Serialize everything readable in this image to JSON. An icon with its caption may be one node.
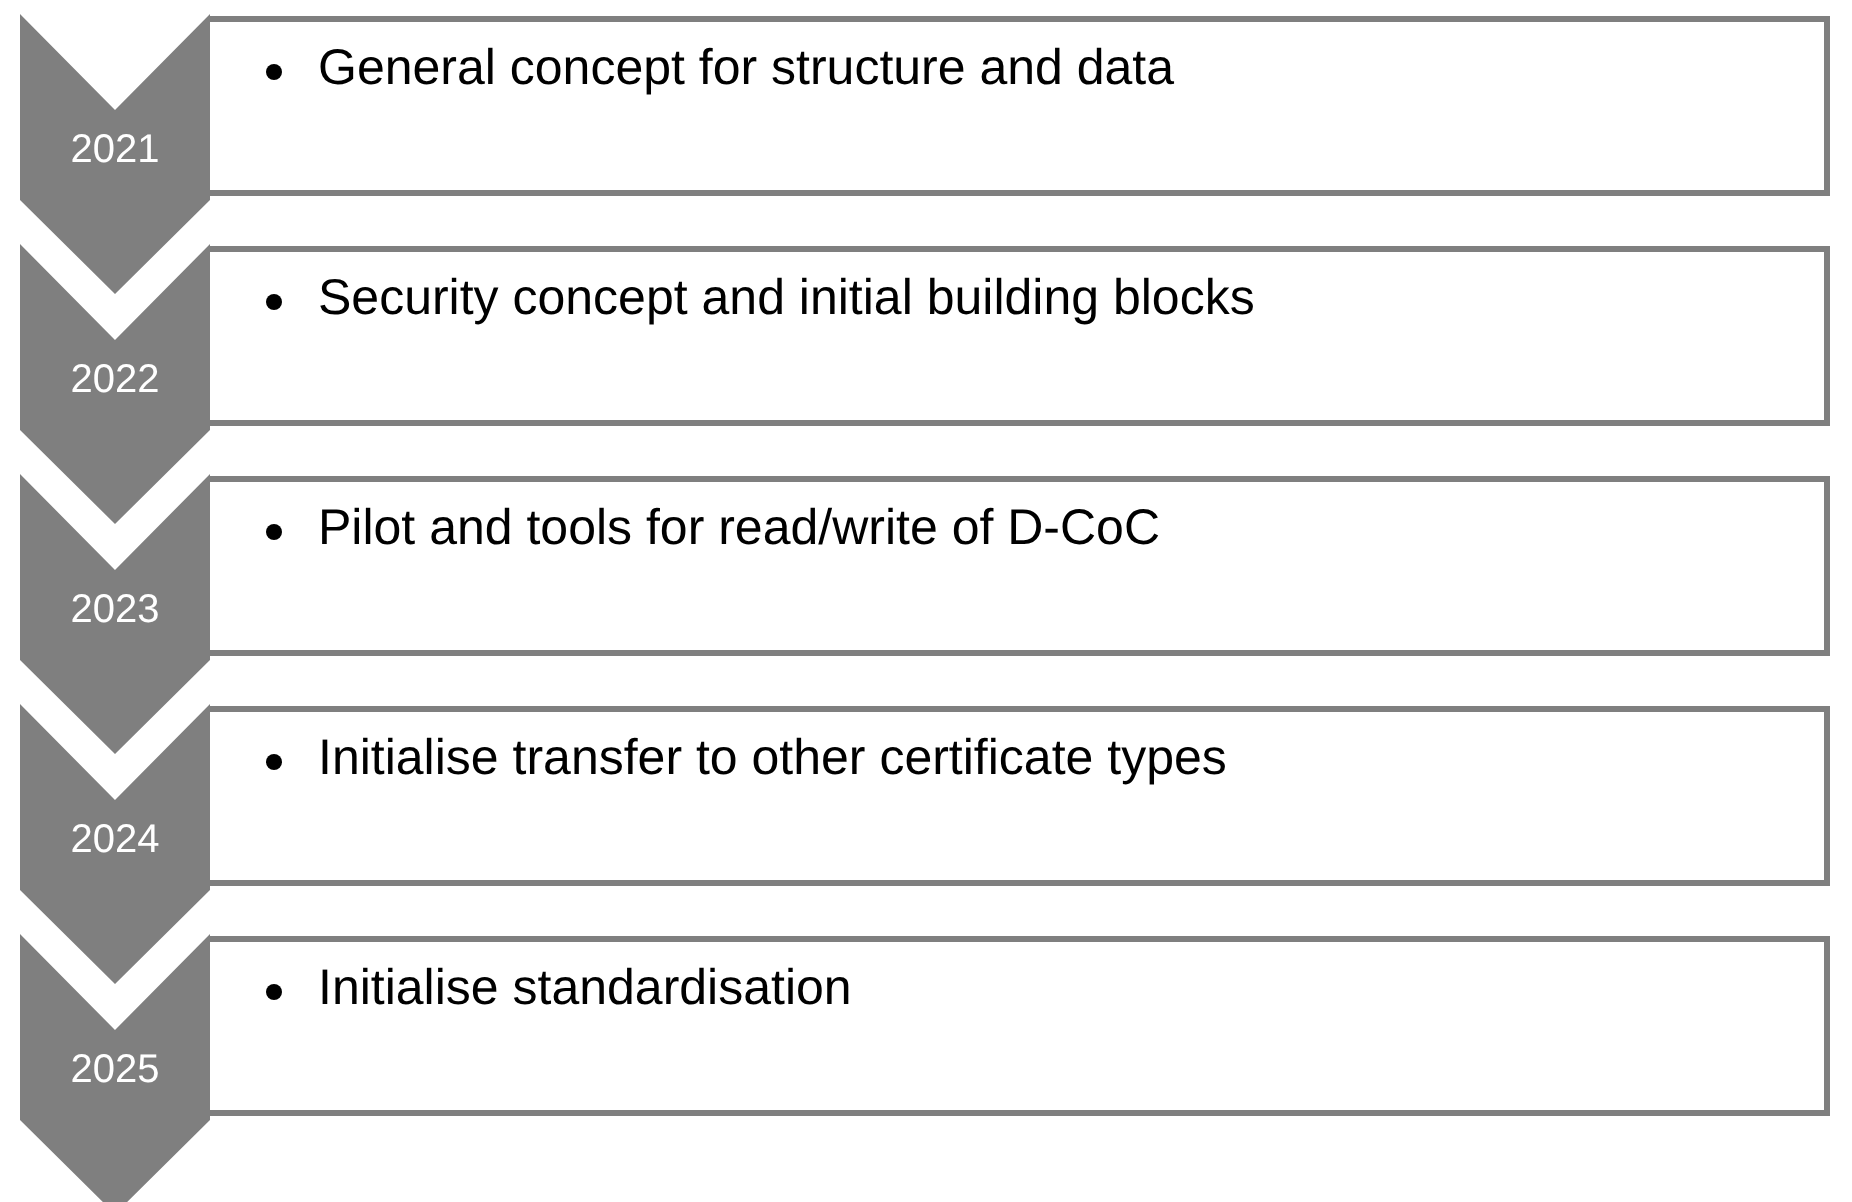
{
  "diagram": {
    "nodes": [
      {
        "text": [
          "2021"
        ]
      },
      {
        "text": [
          "General concept for structure and data"
        ]
      },
      {
        "text": [
          "2022"
        ]
      },
      {
        "text": [
          "Security concept and initial building blocks"
        ]
      },
      {
        "text": [
          "2023"
        ]
      },
      {
        "text": [
          "Pilot and tools for read/write of D-CoC"
        ]
      },
      {
        "text": [
          "2024"
        ]
      },
      {
        "text": [
          "Initialise transfer to other certificate types"
        ]
      },
      {
        "text": [
          "2025"
        ]
      },
      {
        "text": [
          "Initialise standardisation"
        ]
      }
    ]
  }
}
